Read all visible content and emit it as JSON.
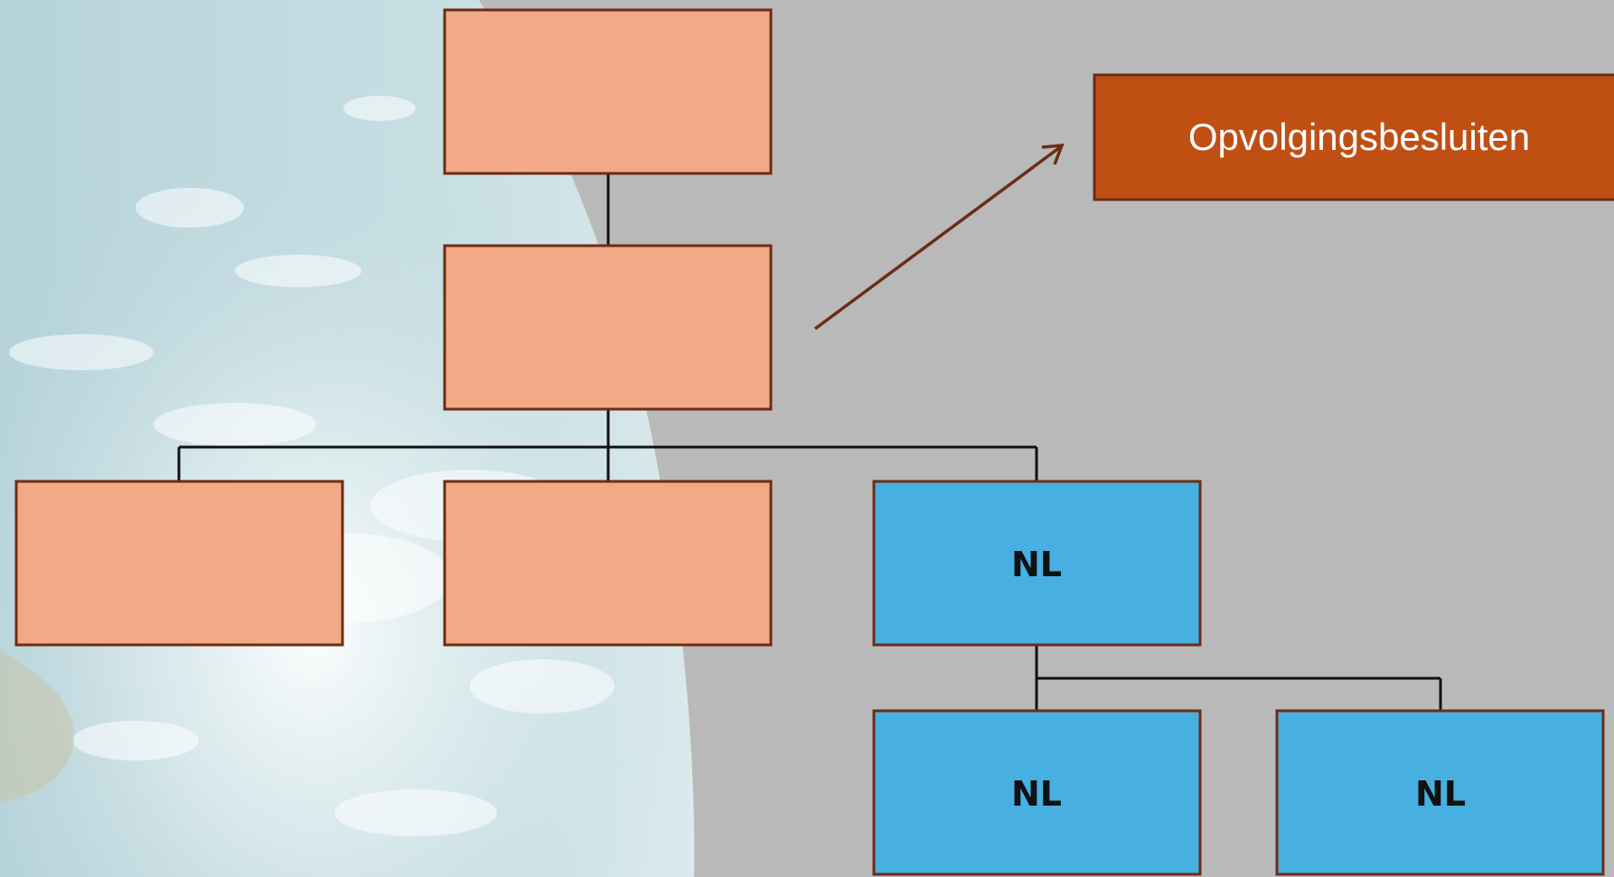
{
  "colors": {
    "background_gray": "#b9b9b9",
    "earth_sky": "#c8dde2",
    "node_orange": "#f2aa86",
    "node_blue": "#47b0e0",
    "node_border": "#6b2d15",
    "callout_fill": "#c04f14",
    "callout_text": "#ffffff",
    "connector": "#111111",
    "arrow": "#6b2d15"
  },
  "backdrop": {
    "icon": "earth-from-space-photo"
  },
  "diagram": {
    "callout": {
      "label": "Opvolgingsbesluiten"
    },
    "nodes": [
      {
        "id": "top",
        "label": "",
        "color": "node_orange"
      },
      {
        "id": "middle",
        "label": "",
        "color": "node_orange"
      },
      {
        "id": "row2-left",
        "label": "",
        "color": "node_orange"
      },
      {
        "id": "row2-center",
        "label": "",
        "color": "node_orange"
      },
      {
        "id": "row2-right",
        "label": "NL",
        "color": "node_blue"
      },
      {
        "id": "row3-left",
        "label": "NL",
        "color": "node_blue"
      },
      {
        "id": "row3-right",
        "label": "NL",
        "color": "node_blue"
      }
    ],
    "edges": [
      {
        "from": "top",
        "to": "middle"
      },
      {
        "from": "middle",
        "to": "row2-left"
      },
      {
        "from": "middle",
        "to": "row2-center"
      },
      {
        "from": "middle",
        "to": "row2-right"
      },
      {
        "from": "row2-right",
        "to": "row3-left"
      },
      {
        "from": "row2-right",
        "to": "row3-right"
      }
    ],
    "arrows": [
      {
        "from": "middle",
        "to": "callout",
        "icon": "arrow-up-right-icon"
      }
    ]
  }
}
